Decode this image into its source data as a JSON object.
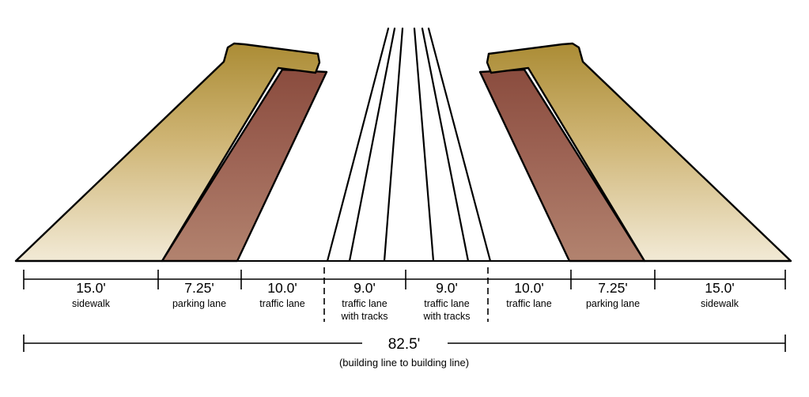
{
  "colors": {
    "outline": "#000000",
    "sidewalk_top": "#ab8c35",
    "sidewalk_mid": "#cfb575",
    "sidewalk_bottom": "#f2ead6",
    "parking_top": "#8a4c3e",
    "parking_mid": "#9d6354",
    "parking_bottom": "#b2836f"
  },
  "segments": [
    {
      "value": "15.0'",
      "label": "sidewalk"
    },
    {
      "value": "7.25'",
      "label": "parking lane"
    },
    {
      "value": "10.0'",
      "label": "traffic lane"
    },
    {
      "value": "9.0'",
      "label": "traffic lane",
      "label2": "with tracks"
    },
    {
      "value": "9.0'",
      "label": "traffic lane",
      "label2": "with tracks"
    },
    {
      "value": "10.0'",
      "label": "traffic lane"
    },
    {
      "value": "7.25'",
      "label": "parking lane"
    },
    {
      "value": "15.0'",
      "label": "sidewalk"
    }
  ],
  "total": {
    "value": "82.5'",
    "note": "(building line to building line)"
  }
}
